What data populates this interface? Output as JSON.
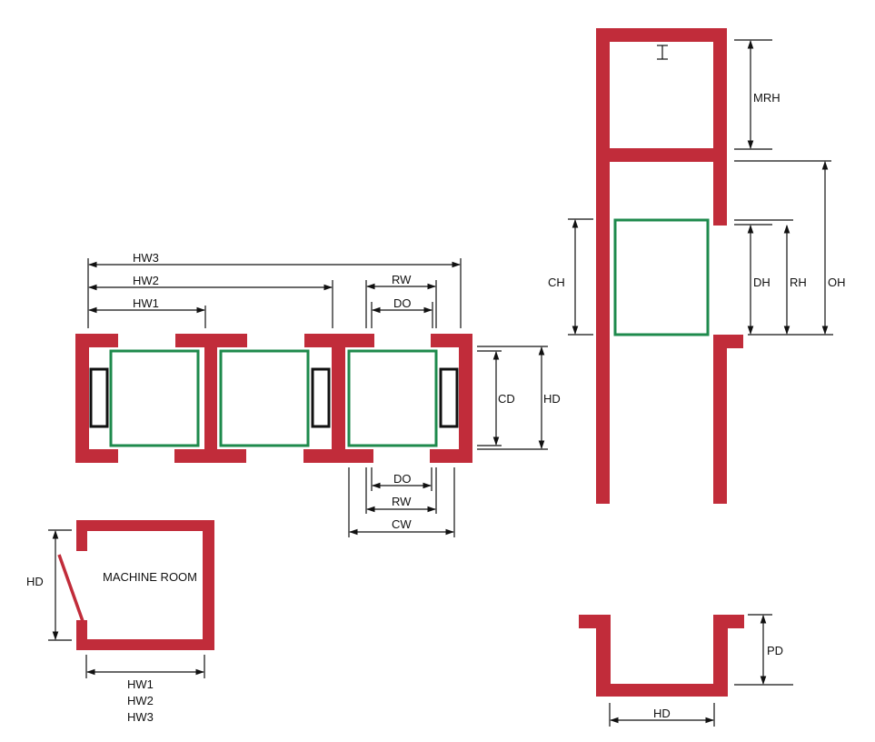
{
  "colors": {
    "wall": "#c12c3a",
    "car": "#1e8a4c",
    "counterweight": "#111111",
    "dimension": "#111111"
  },
  "plan_view": {
    "labels": {
      "hw3": "HW3",
      "hw2": "HW2",
      "hw1": "HW1",
      "rw_top": "RW",
      "do_top": "DO",
      "cd": "CD",
      "hd": "HD",
      "do_bottom": "DO",
      "rw_bottom": "RW",
      "cw": "CW"
    },
    "cars": 3,
    "counterweights": 3
  },
  "machine_room_plan": {
    "title": "MACHINE ROOM",
    "labels": {
      "hd": "HD",
      "width_1": "HW1",
      "width_2": "HW2",
      "width_3": "HW3"
    }
  },
  "section_view": {
    "labels": {
      "mrh": "MRH",
      "ch": "CH",
      "dh": "DH",
      "rh": "RH",
      "oh": "OH"
    },
    "hook_icon": "hoist-beam-icon"
  },
  "pit_view": {
    "labels": {
      "pd": "PD",
      "hd": "HD"
    }
  }
}
